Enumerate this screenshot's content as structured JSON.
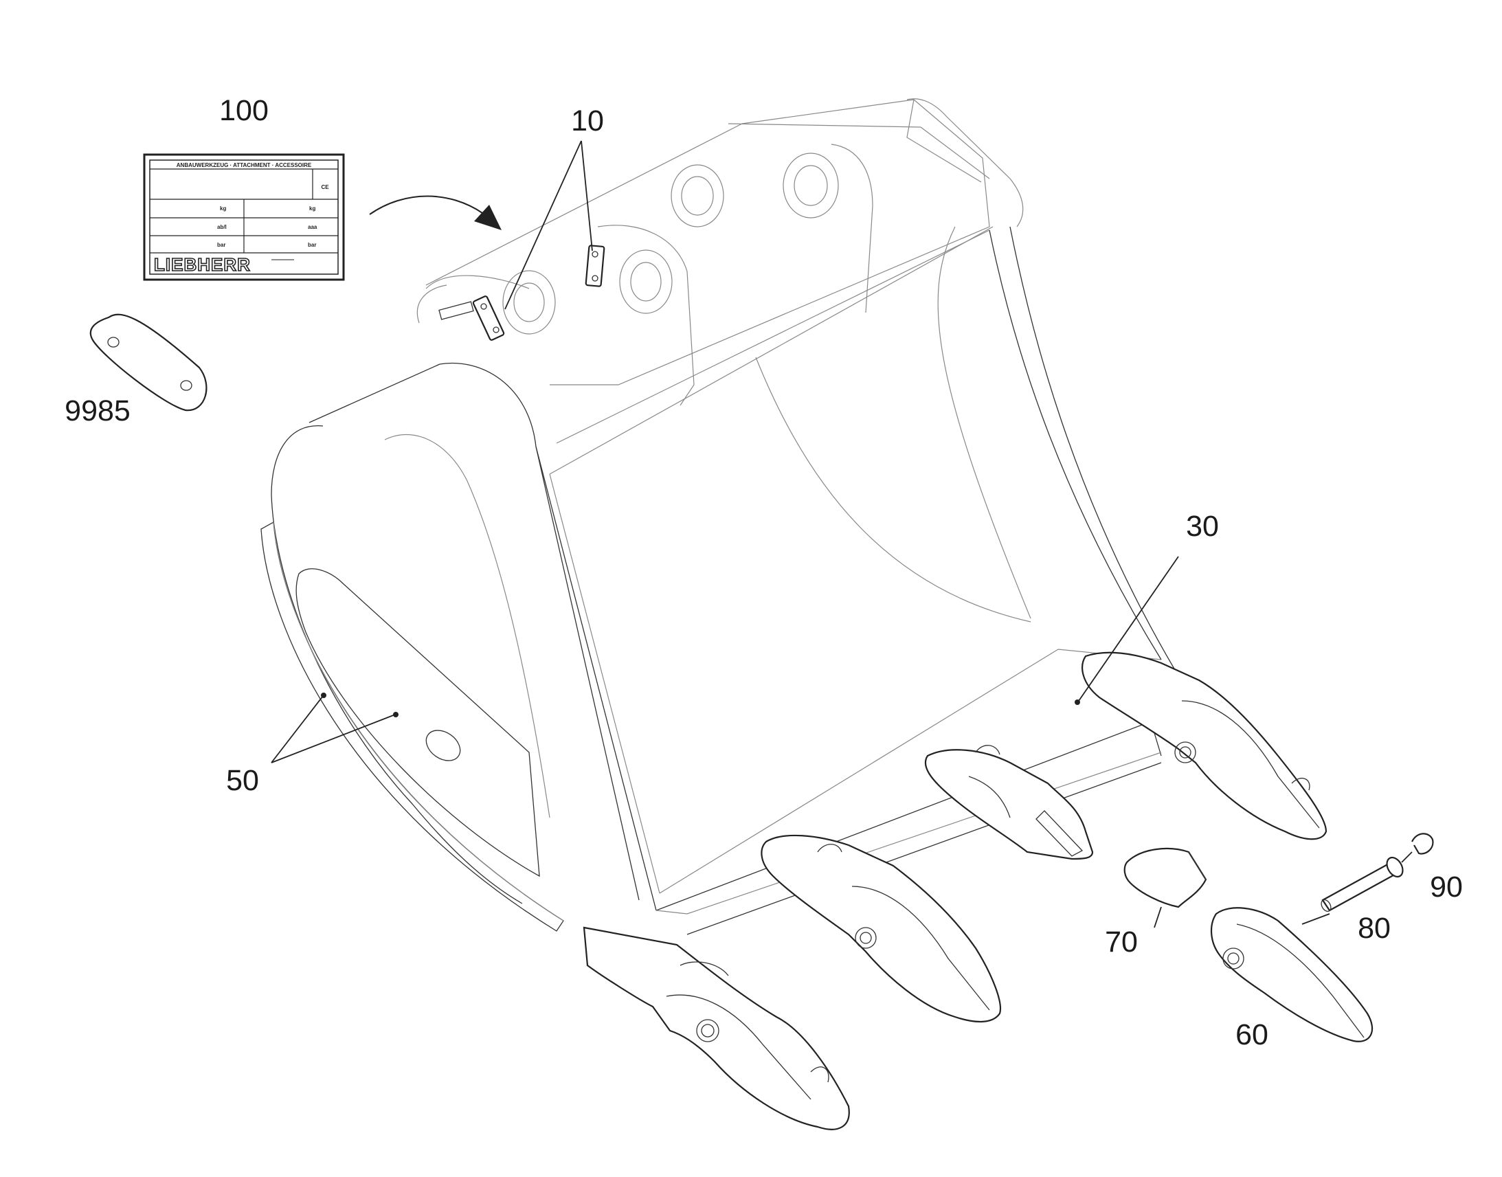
{
  "callouts": {
    "c100": "100",
    "c10": "10",
    "c9985": "9985",
    "c30": "30",
    "c50": "50",
    "c70": "70",
    "c80": "80",
    "c90": "90",
    "c60": "60"
  },
  "type_plate": {
    "header": "ANBAUWERKZEUG · ATTACHMENT · ACCESSOIRE",
    "ce_mark": "CE",
    "row1_left": "kg",
    "row1_right": "kg",
    "row2_left": "ab/l",
    "row2_right": "aaa",
    "row3_left": "bar",
    "row3_right": "bar",
    "brand": "LIEBHERR"
  }
}
